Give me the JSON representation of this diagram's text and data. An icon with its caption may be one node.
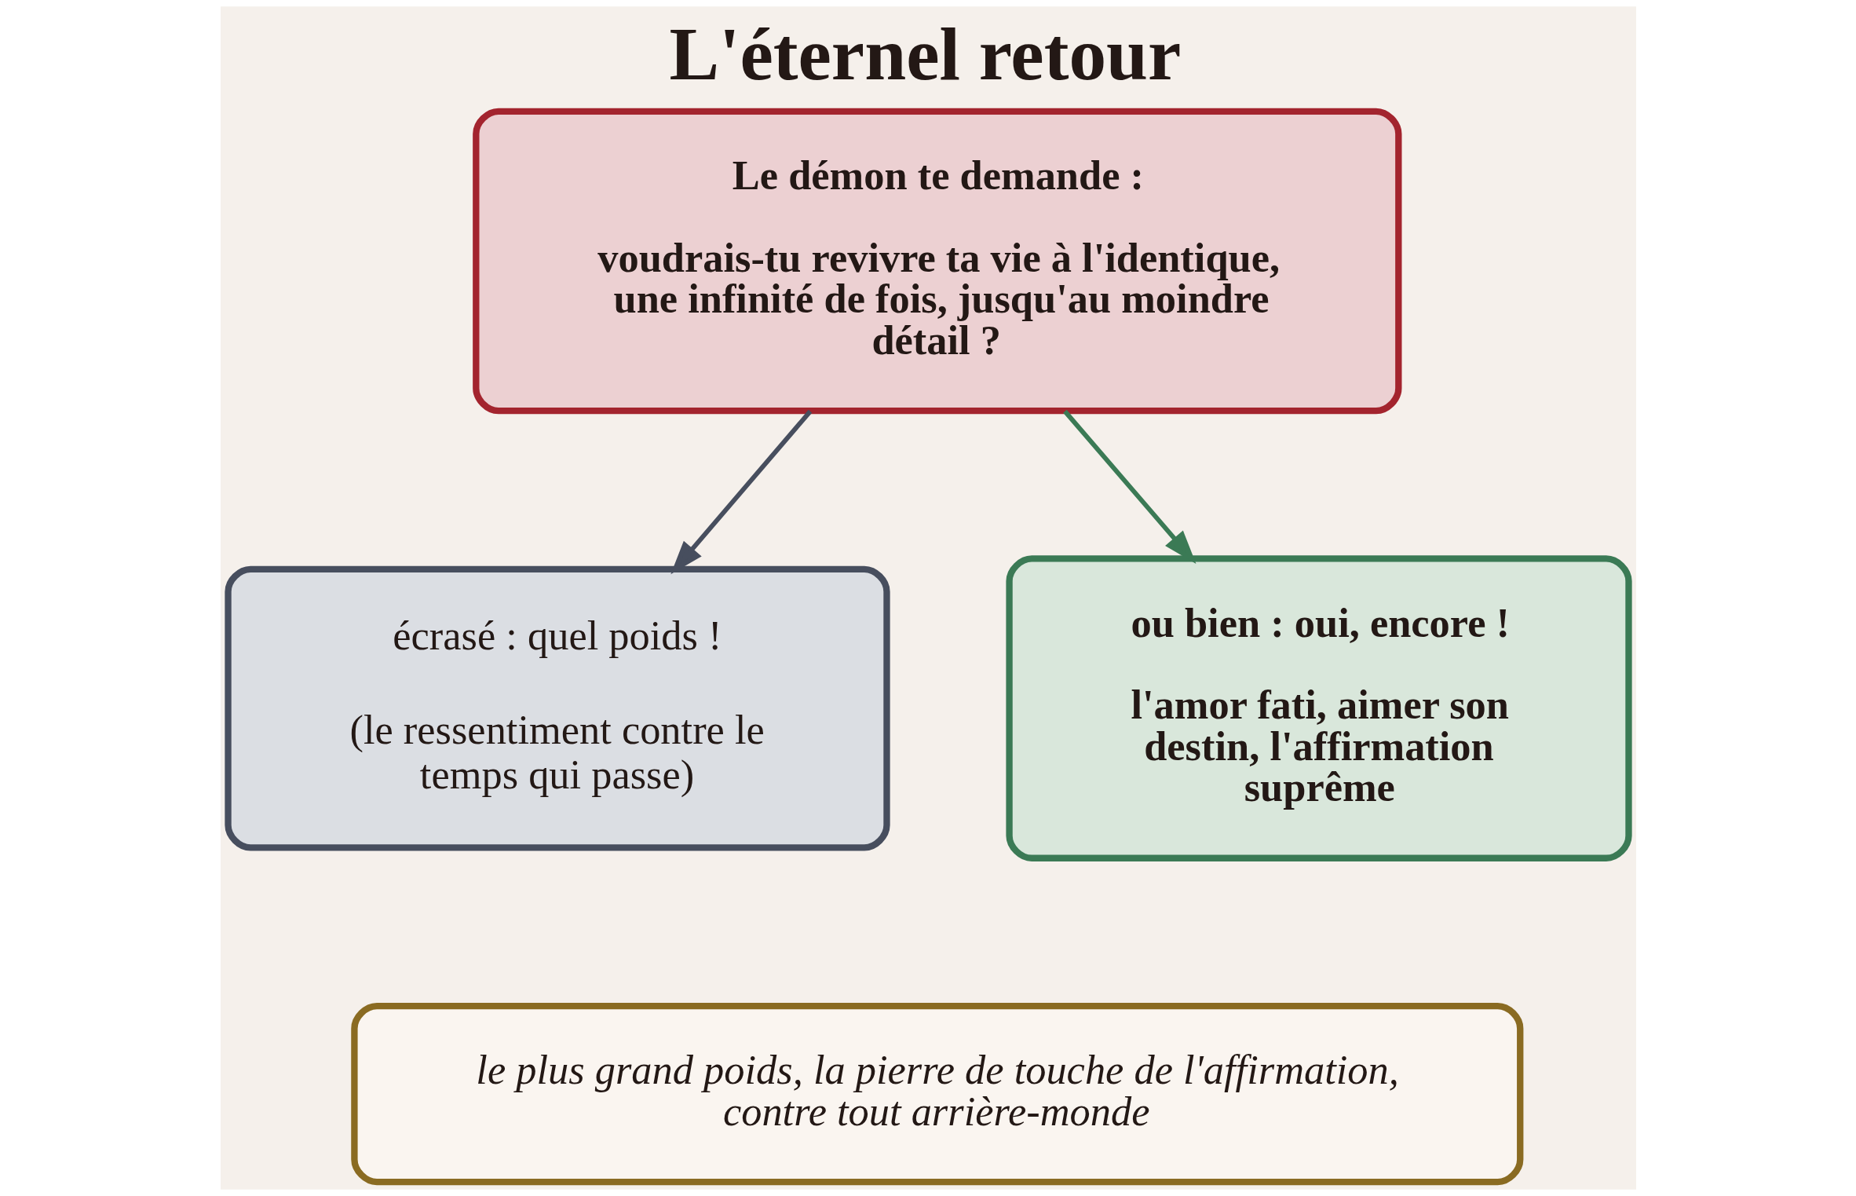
{
  "diagram": {
    "title": "L'éternel retour",
    "nodes": [
      {
        "text": [
          "Le démon te demande :",
          "voudrais-tu revivre ta vie à l'identique, une infinité de fois, jusqu'au moindre détail ?"
        ]
      },
      {
        "text": [
          "écrasé : quel poids !",
          "(le ressentiment contre le temps qui passe)"
        ]
      },
      {
        "text": [
          "ou bien : oui, encore !",
          "l'amor fati, aimer son destin, l'affirmation suprême"
        ]
      },
      {
        "text": [
          "le plus grand poids, la pierre de touche de l'affirmation, contre tout arrière-monde"
        ]
      }
    ],
    "edges": [
      {
        "from": 0,
        "to": 1,
        "arrow": "to",
        "color": "#474e5e"
      },
      {
        "from": 0,
        "to": 2,
        "arrow": "to",
        "color": "#3b7a55"
      }
    ]
  }
}
